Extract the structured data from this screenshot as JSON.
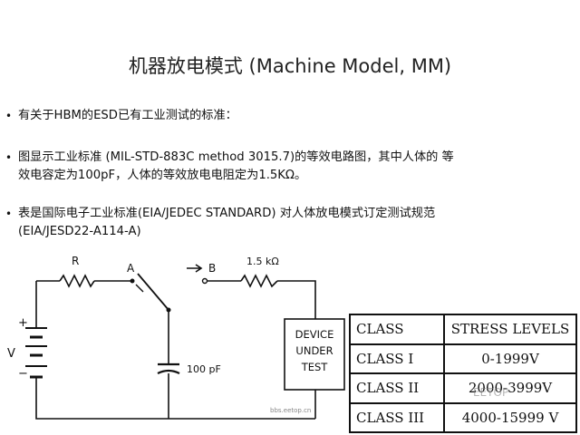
{
  "slide": {
    "title": "机器放电模式 (Machine Model, MM)"
  },
  "bullets": [
    {
      "text": "有关于HBM的ESD已有工业测试的标准："
    },
    {
      "text_line1": "图显示工业标准  (MIL-STD-883C  method  3015.7)的等效电路图，其中人体的  等",
      "text_line2": "效电容定为100pF，人体的等效放电电阻定为1.5KΩ。"
    },
    {
      "text_line1": "表是国际电子工业标准(EIA/JEDEC  STANDARD)  对人体放电模式订定测试规范",
      "text_line2": "(EIA/JESD22-A114-A)"
    }
  ],
  "bullet_symbol": "•",
  "circuit": {
    "resistor_r_label": "R",
    "node_a_label": "A",
    "node_b_label": "B",
    "resistor_15k_label": "1.5 kΩ",
    "voltage_source_label": "V",
    "plus_label": "+",
    "minus_label": "−",
    "capacitor_label": "100 pF",
    "device_line1": "DEVICE",
    "device_line2": "UNDER",
    "device_line3": "TEST"
  },
  "table": {
    "headers": [
      "CLASS",
      "STRESS LEVELS"
    ],
    "rows": [
      [
        "CLASS I",
        "0-1999V"
      ],
      [
        "CLASS II",
        "2000-3999V"
      ],
      [
        "CLASS III",
        "4000-15999 V"
      ]
    ]
  },
  "watermark": {
    "logo_text": "EETOP",
    "url_text": "bbs.eetop.cn"
  },
  "colors": {
    "background": "#ffffff",
    "text": "#111111"
  }
}
